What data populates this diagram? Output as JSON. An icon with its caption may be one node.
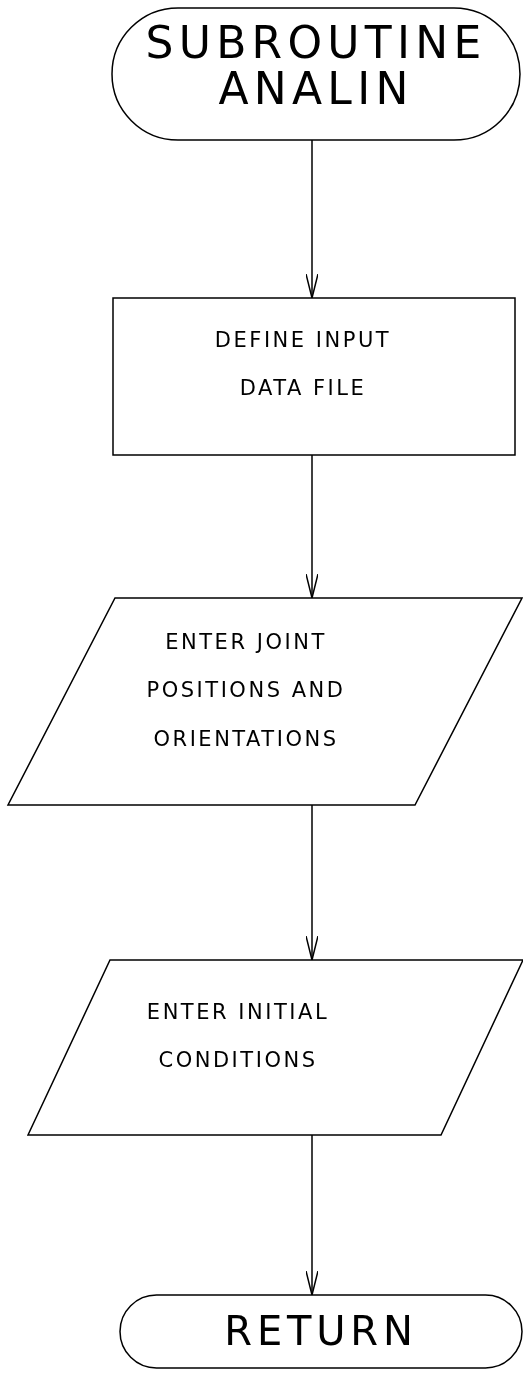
{
  "diagram": {
    "nodes": [
      {
        "text": [
          "SUBROUTINE ANALIN"
        ]
      },
      {
        "text": [
          "DEFINE INPUT DATA FILE"
        ]
      },
      {
        "text": [
          "ENTER JOINT POSITIONS AND ORIENTATIONS"
        ]
      },
      {
        "text": [
          "ENTER INITIAL CONDITIONS"
        ]
      },
      {
        "text": [
          "RETURN"
        ]
      }
    ],
    "edges": [
      {
        "from": 0,
        "to": 1,
        "arrow": "to"
      },
      {
        "from": 1,
        "to": 2,
        "arrow": "to"
      },
      {
        "from": 2,
        "to": 3,
        "arrow": "to"
      },
      {
        "from": 3,
        "to": 4,
        "arrow": "to"
      }
    ]
  }
}
